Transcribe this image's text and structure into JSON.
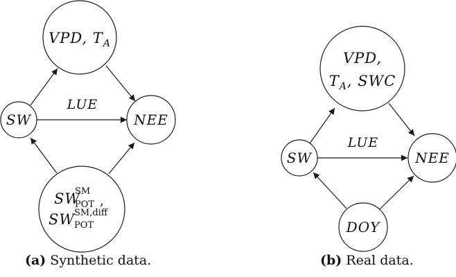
{
  "panel_a": {
    "caption_tag": "(a)",
    "caption_text": "Synthetic data.",
    "nodes": {
      "vpd": {
        "main": "VPD, T",
        "sub": "A"
      },
      "sw": {
        "main": "SW"
      },
      "nee": {
        "main": "NEE"
      },
      "swpot": {
        "line1_main": "SW",
        "line1_sup": "SM",
        "line1_sub": "POT",
        "line1_comma": ",",
        "line2_main": "SW",
        "line2_sup": "SM,diff",
        "line2_sub": "POT"
      }
    },
    "edge_label": "LUE"
  },
  "panel_b": {
    "caption_tag": "(b)",
    "caption_text": "Real data.",
    "nodes": {
      "vpd": {
        "line1": "VPD,",
        "line2_main": "T",
        "line2_sub": "A",
        "line2_rest": ", SWC"
      },
      "sw": {
        "main": "SW"
      },
      "nee": {
        "main": "NEE"
      },
      "doy": {
        "main": "DOY"
      }
    },
    "edge_label": "LUE"
  },
  "colors": {
    "stroke": "#1a1a1a",
    "background": "#ffffff"
  }
}
